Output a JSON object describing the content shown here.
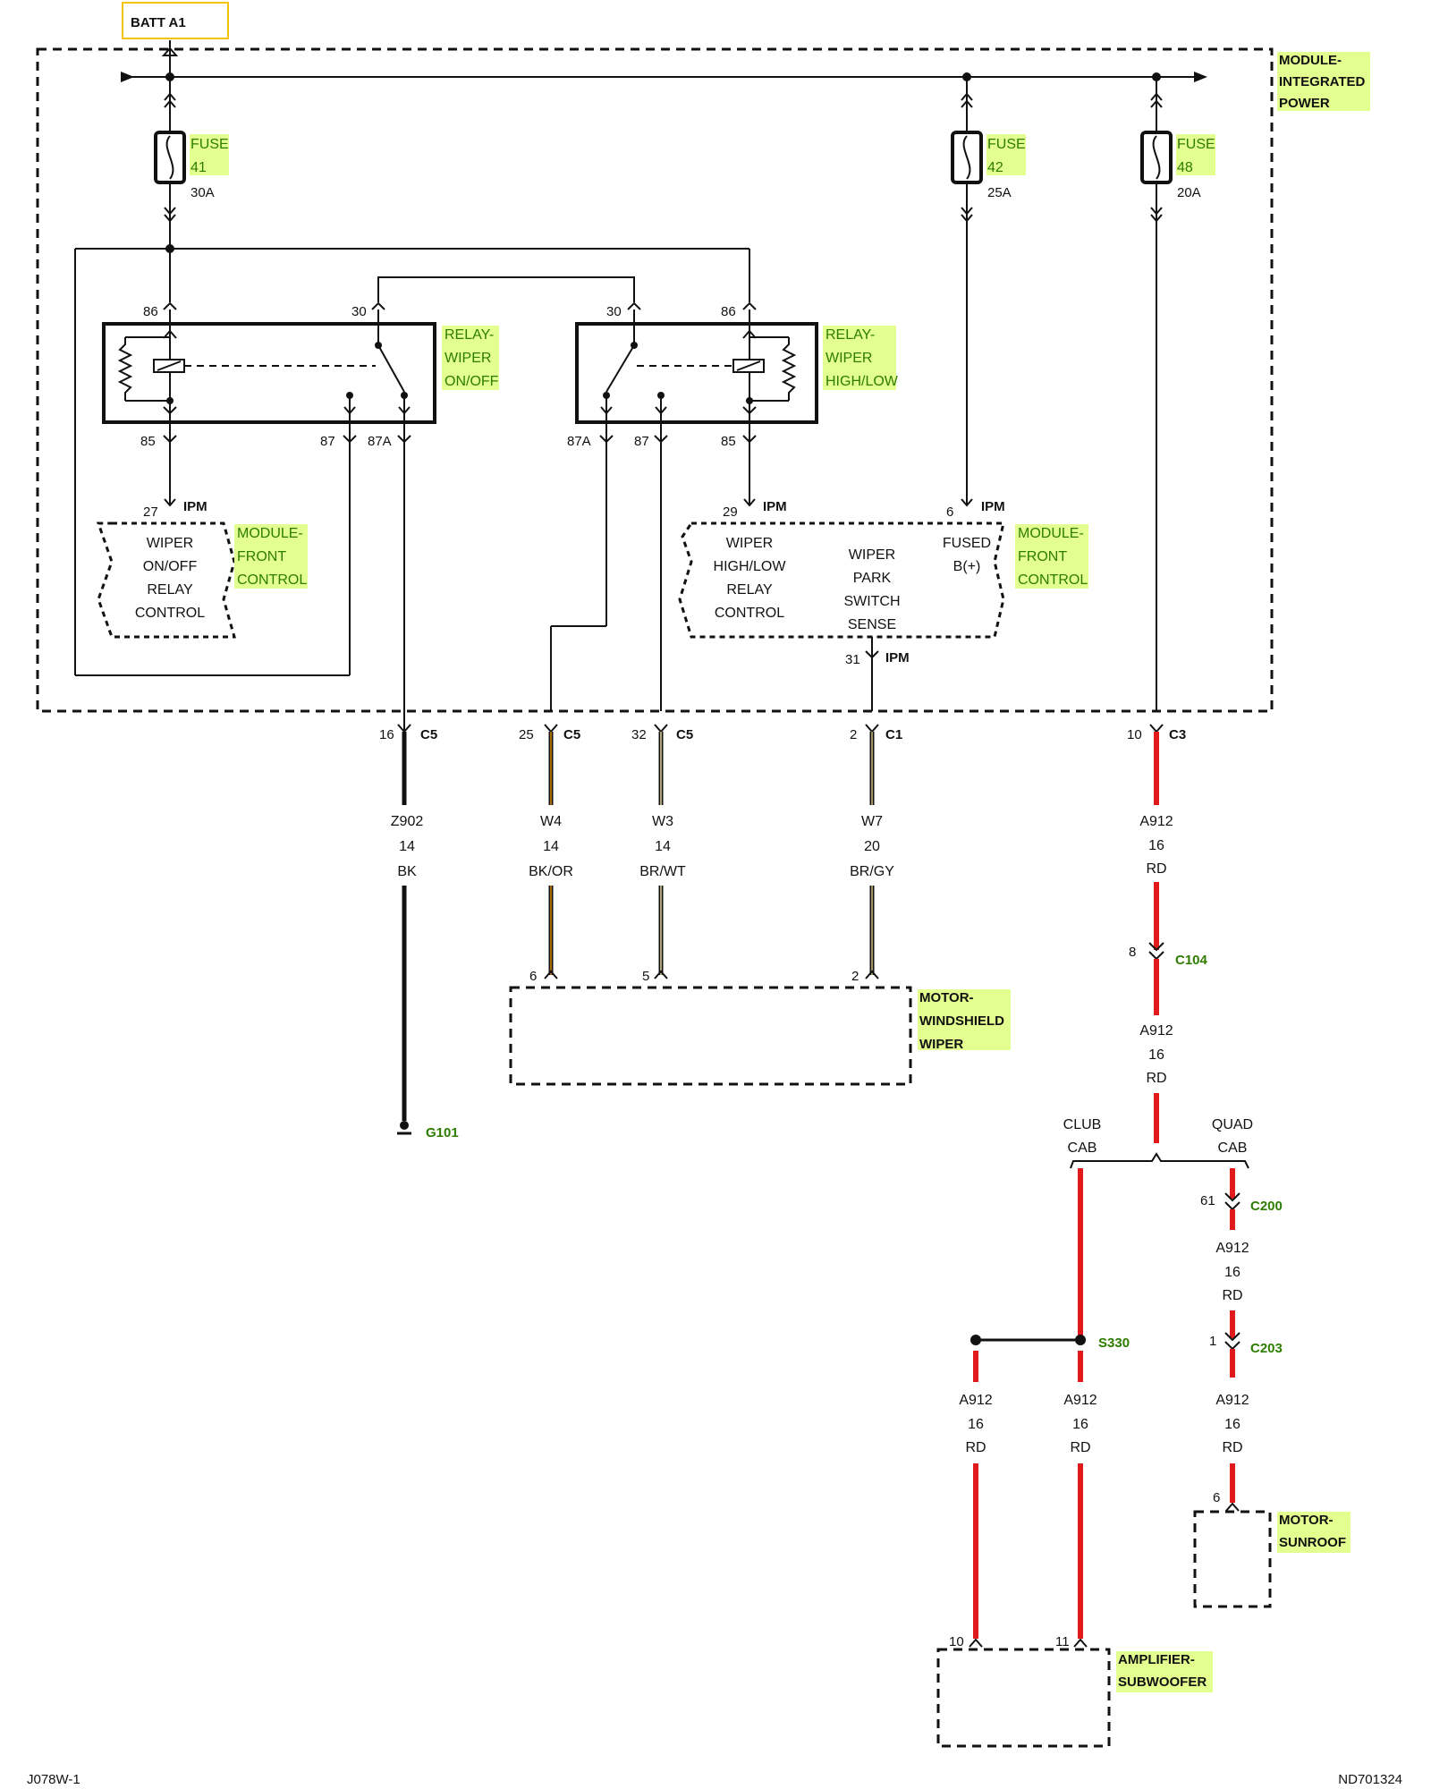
{
  "batt": "BATT A1",
  "modules": {
    "ipm": [
      "MODULE-",
      "INTEGRATED",
      "POWER"
    ],
    "fcm_left": [
      "MODULE-",
      "FRONT",
      "CONTROL"
    ],
    "fcm_right": [
      "MODULE-",
      "FRONT",
      "CONTROL"
    ],
    "wiper_motor": [
      "MOTOR-",
      "WINDSHIELD",
      "WIPER"
    ],
    "sunroof": [
      "MOTOR-",
      "SUNROOF"
    ],
    "amplifier": [
      "AMPLIFIER-",
      "SUBWOOFER"
    ]
  },
  "fuses": [
    {
      "label": "FUSE",
      "num": "41",
      "rating": "30A"
    },
    {
      "label": "FUSE",
      "num": "42",
      "rating": "25A"
    },
    {
      "label": "FUSE",
      "num": "48",
      "rating": "20A"
    }
  ],
  "relays": {
    "onoff": {
      "lines": [
        "RELAY-",
        "WIPER",
        "ON/OFF"
      ],
      "pins": {
        "p86": "86",
        "p30": "30",
        "p85": "85",
        "p87": "87",
        "p87a": "87A"
      }
    },
    "highlow": {
      "lines": [
        "RELAY-",
        "WIPER",
        "HIGH/LOW"
      ],
      "pins": {
        "p30": "30",
        "p86": "86",
        "p87a": "87A",
        "p87": "87",
        "p85": "85"
      }
    }
  },
  "ipm_pins": {
    "p27": "27",
    "p29": "29",
    "p6": "6",
    "p31": "31",
    "tag": "IPM"
  },
  "fcm_left_text": [
    "WIPER",
    "ON/OFF",
    "RELAY",
    "CONTROL"
  ],
  "fcm_right_text": {
    "col1": [
      "WIPER",
      "HIGH/LOW",
      "RELAY",
      "CONTROL"
    ],
    "col2": [
      "WIPER",
      "PARK",
      "SWITCH",
      "SENSE"
    ],
    "col3": [
      "FUSED",
      "B(+)"
    ]
  },
  "connectors": [
    {
      "pin": "16",
      "name": "C5"
    },
    {
      "pin": "25",
      "name": "C5"
    },
    {
      "pin": "32",
      "name": "C5"
    },
    {
      "pin": "2",
      "name": "C1"
    },
    {
      "pin": "10",
      "name": "C3"
    }
  ],
  "wires": [
    {
      "circuit": "Z902",
      "gauge": "14",
      "color": "BK"
    },
    {
      "circuit": "W4",
      "gauge": "14",
      "color": "BK/OR"
    },
    {
      "circuit": "W3",
      "gauge": "14",
      "color": "BR/WT"
    },
    {
      "circuit": "W7",
      "gauge": "20",
      "color": "BR/GY"
    },
    {
      "circuit": "A912",
      "gauge": "16",
      "color": "RD"
    }
  ],
  "motor_pins": {
    "a": "6",
    "b": "5",
    "c": "2"
  },
  "ground": "G101",
  "c104": {
    "pin": "8",
    "name": "C104"
  },
  "a912_2": {
    "circuit": "A912",
    "gauge": "16",
    "color": "RD"
  },
  "branch": {
    "left": [
      "CLUB",
      "CAB"
    ],
    "right": [
      "QUAD",
      "CAB"
    ]
  },
  "c200": {
    "pin": "61",
    "name": "C200"
  },
  "a912_3": {
    "circuit": "A912",
    "gauge": "16",
    "color": "RD"
  },
  "c203": {
    "pin": "1",
    "name": "C203"
  },
  "a912_4": {
    "circuit": "A912",
    "gauge": "16",
    "color": "RD"
  },
  "sunroof_pin": "6",
  "splice": "S330",
  "a912_left": {
    "circuit": "A912",
    "gauge": "16",
    "color": "RD"
  },
  "a912_mid": {
    "circuit": "A912",
    "gauge": "16",
    "color": "RD"
  },
  "amp_pins": {
    "a": "10",
    "b": "11"
  },
  "footer_left": "J078W-1",
  "footer_right": "ND701324",
  "colors": {
    "red_wire": "#e11b1b",
    "highlight": "#e3ff8f",
    "green_text": "#2e7d00",
    "batt_border": "#f3c300"
  }
}
